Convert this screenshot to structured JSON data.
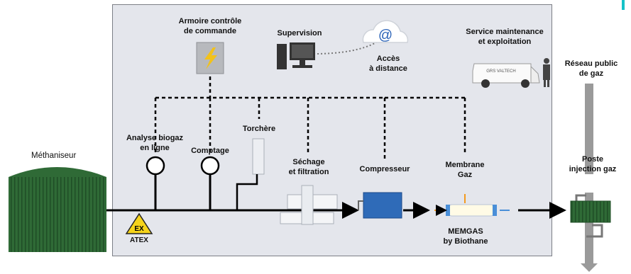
{
  "labels": {
    "armoire": [
      "Armoire contrôle",
      "de commande"
    ],
    "supervision": "Supervision",
    "acces": [
      "Accès",
      "à distance"
    ],
    "service": [
      "Service maintenance",
      "et exploitation"
    ],
    "reseau": [
      "Réseau public",
      "de gaz"
    ],
    "methaniseur": "Méthaniseur",
    "analyse": [
      "Analyse biogaz",
      "en ligne"
    ],
    "comptage": "Comptage",
    "torchere": "Torchère",
    "sechage": [
      "Séchage",
      "et filtration"
    ],
    "compresseur": "Compresseur",
    "membrane": [
      "Membrane",
      "Gaz"
    ],
    "poste": [
      "Poste",
      "injection gaz"
    ],
    "memgas": [
      "MEMGAS",
      "by Biothane"
    ],
    "atex": "ATEX",
    "ex": "EX",
    "van": "GRS VALTECH",
    "cloud_symbol": "@"
  },
  "colors": {
    "panel_bg": "#e4e6ec",
    "dome_green": "#2f6a36",
    "compressor_blue": "#2f6bb8",
    "atex_yellow": "#f5d31a",
    "lightning_yellow": "#f2c21b",
    "accent_teal": "#16c2c8"
  }
}
